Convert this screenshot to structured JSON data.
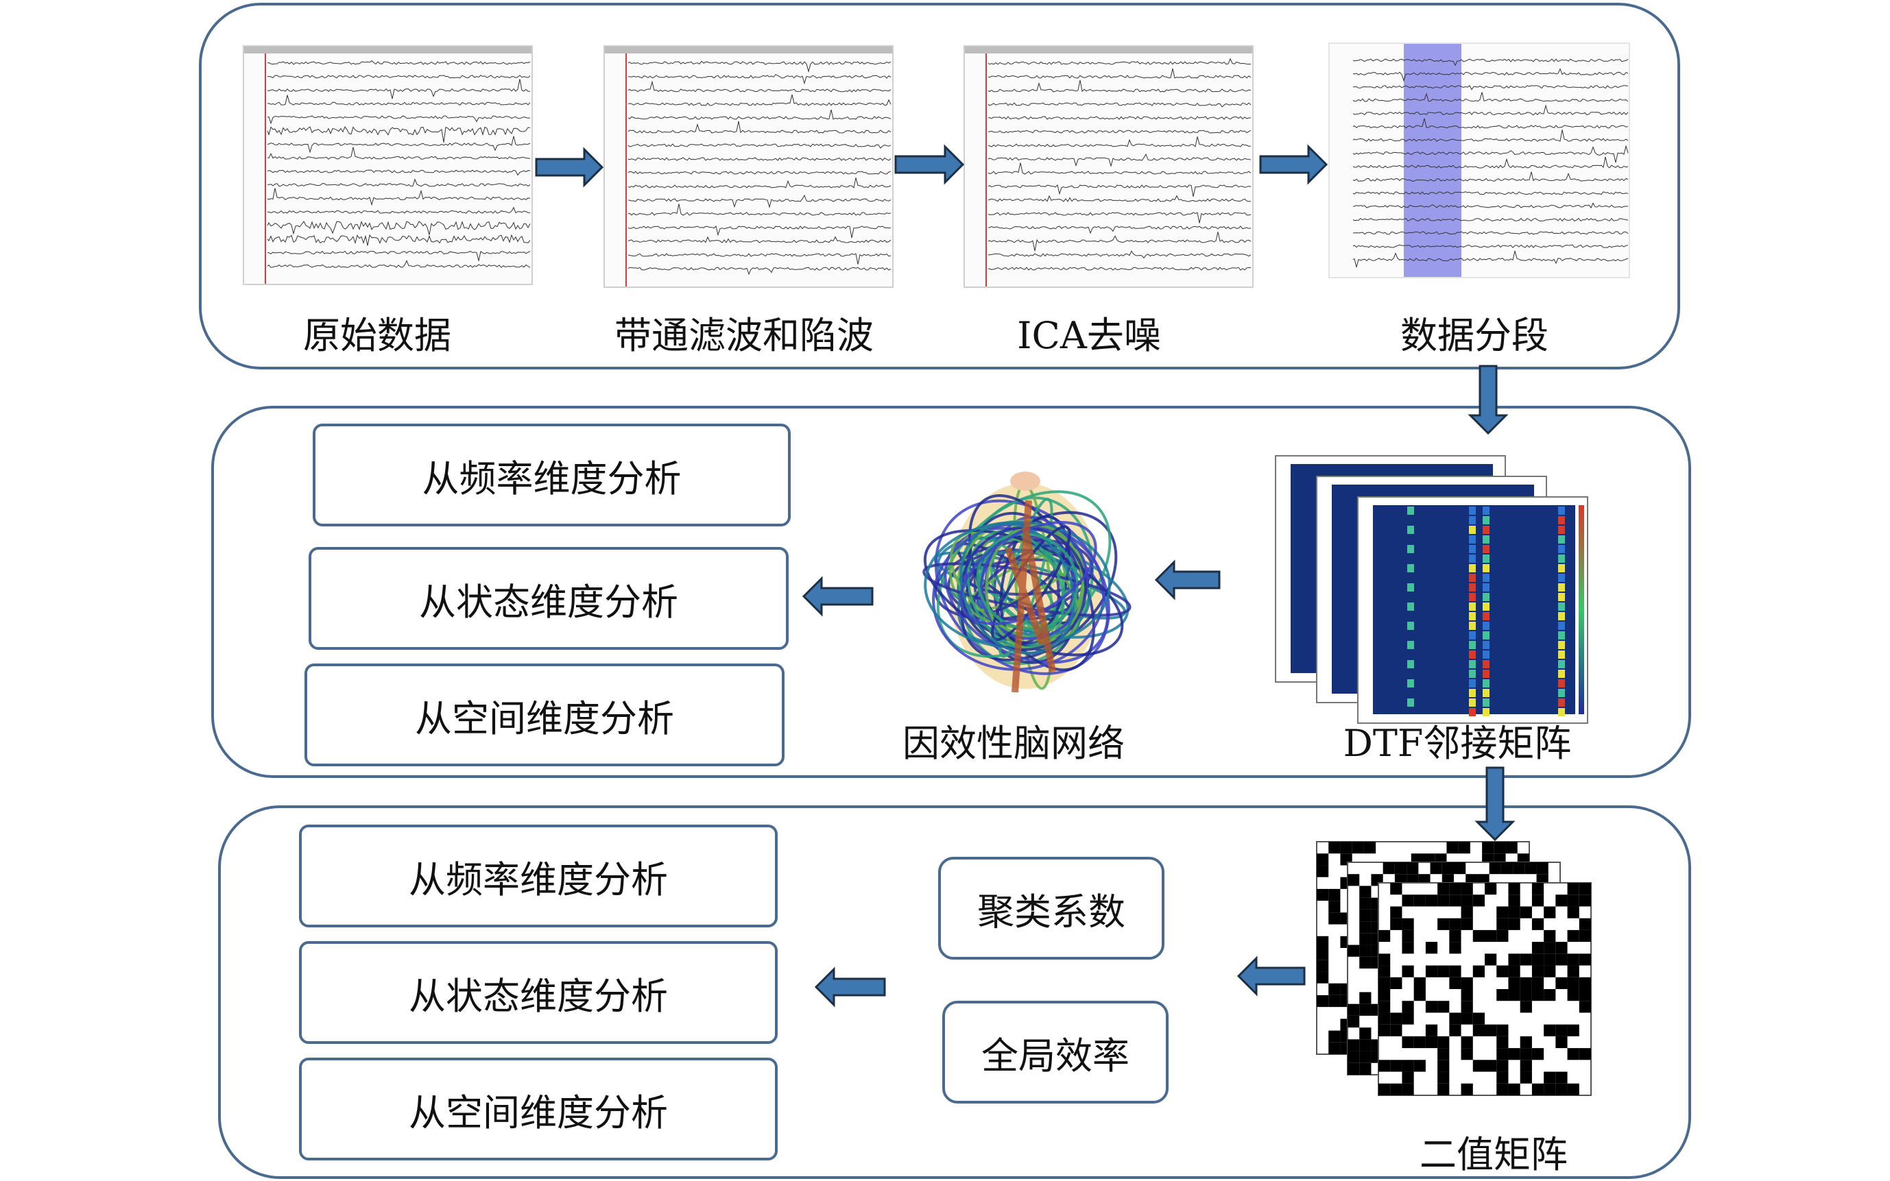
{
  "section1": {
    "captions": [
      "原始数据",
      "带通滤波和陷波",
      "ICA去噪",
      "数据分段"
    ]
  },
  "section2": {
    "boxes": [
      "从频率维度分析",
      "从状态维度分析",
      "从空间维度分析"
    ],
    "brain_caption": "因效性脑网络",
    "matrix_caption": "DTF邻接矩阵"
  },
  "section3": {
    "boxes": [
      "从频率维度分析",
      "从状态维度分析",
      "从空间维度分析"
    ],
    "metrics": [
      "聚类系数",
      "全局效率"
    ],
    "matrix_caption": "二值矩阵"
  },
  "colors": {
    "panel_border": "#4a6b8f",
    "arrow_fill": "#3f78b0",
    "segment_highlight": "#7b7be6",
    "heatmap_bg": "#14307a"
  },
  "icons": {
    "arrow": "block-arrow-icon",
    "brain": "brain-network-icon"
  }
}
